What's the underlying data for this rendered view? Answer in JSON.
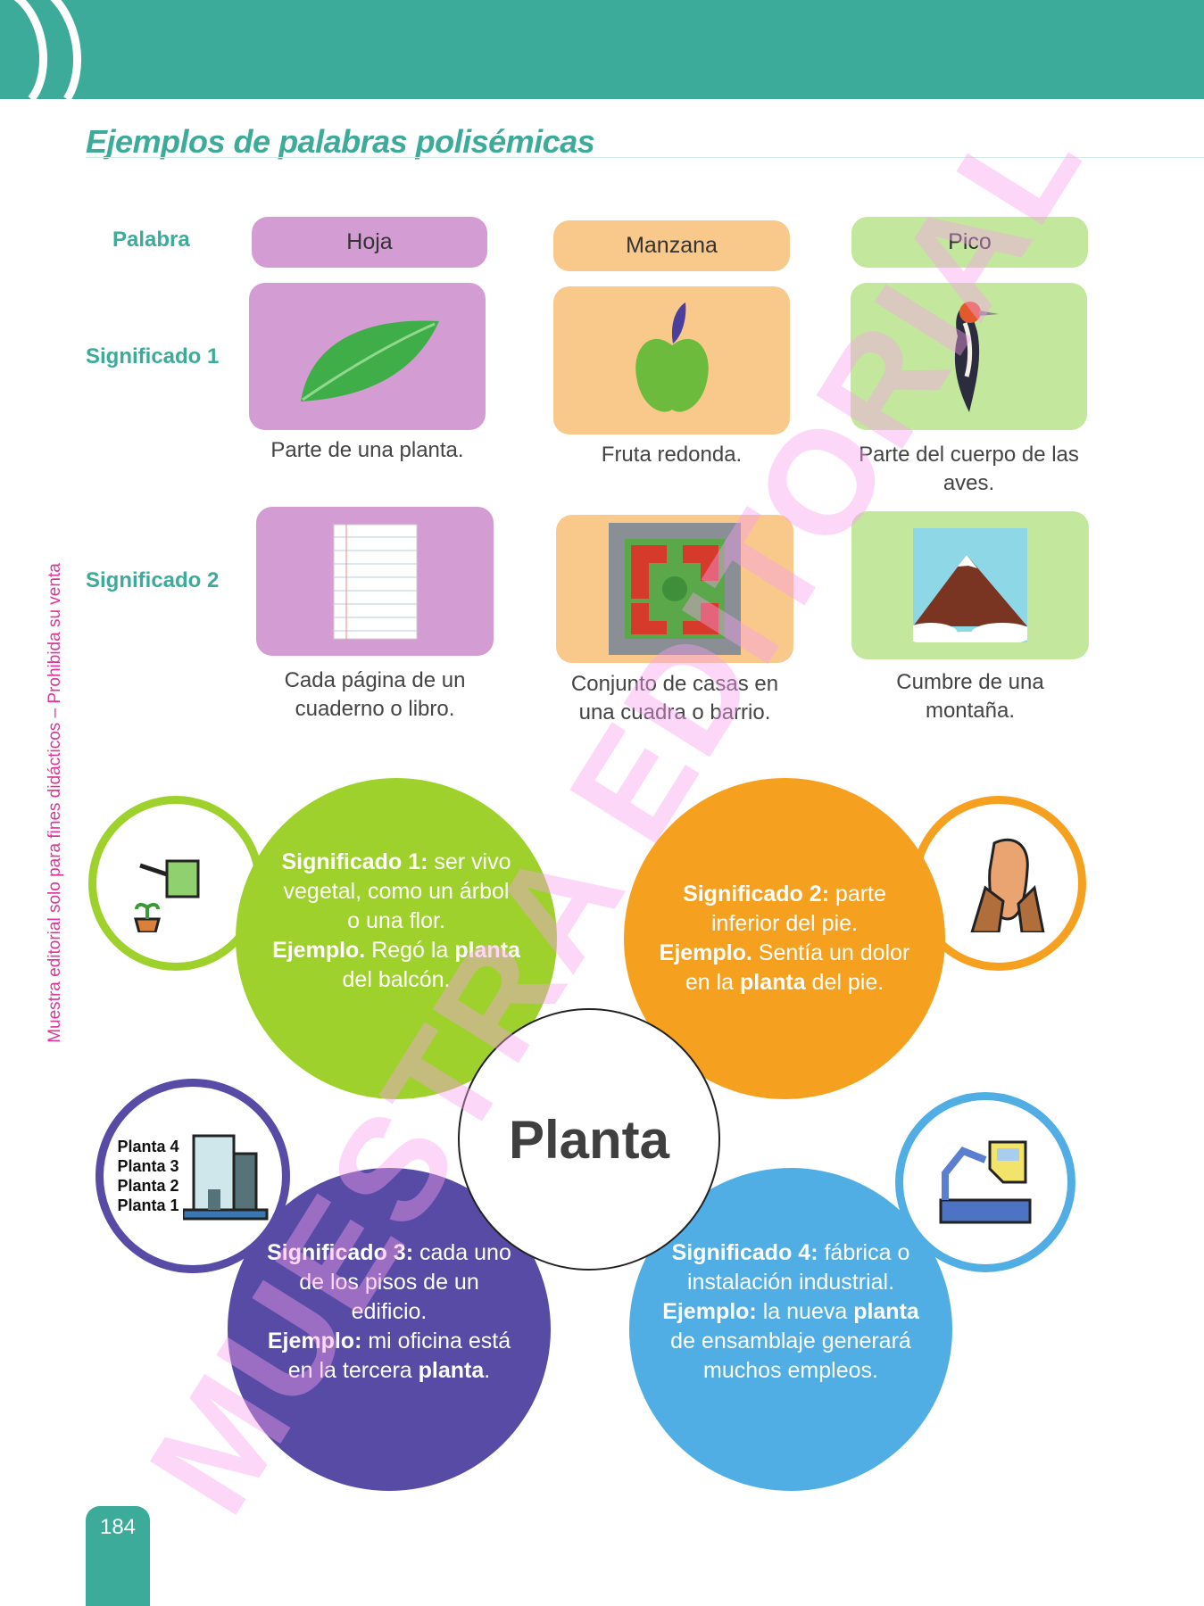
{
  "title": "Ejemplos de palabras polisémicas",
  "row_labels": {
    "word": "Palabra",
    "meaning1": "Significado 1",
    "meaning2": "Significado 2"
  },
  "words": [
    {
      "word": "Hoja",
      "meaning1": "Parte de una planta.",
      "meaning2": [
        "Cada página de un",
        "cuaderno o libro."
      ],
      "icon1": "leaf-icon",
      "icon2": "notebook-page-icon"
    },
    {
      "word": "Manzana",
      "meaning1": "Fruta redonda.",
      "meaning2": [
        "Conjunto de casas en",
        "una cuadra o barrio."
      ],
      "icon1": "apple-icon",
      "icon2": "city-block-icon"
    },
    {
      "word": "Pico",
      "meaning1": [
        "Parte del cuerpo de las",
        "aves."
      ],
      "meaning2": [
        "Cumbre de una",
        "montaña."
      ],
      "icon1": "woodpecker-icon",
      "icon2": "mountain-peak-icon"
    }
  ],
  "center_word": "Planta",
  "meanings": [
    {
      "color": "#9ed12b",
      "lines": [
        [
          {
            "t": "Significado 1:",
            "b": 1
          },
          {
            "t": " ser vivo"
          }
        ],
        [
          {
            "t": "vegetal, como un árbol"
          }
        ],
        [
          {
            "t": "o una flor."
          }
        ],
        [
          {
            "t": "Ejemplo.",
            "b": 1
          },
          {
            "t": " Regó la "
          },
          {
            "t": "planta",
            "b": 1
          }
        ],
        [
          {
            "t": "del balcón."
          }
        ]
      ]
    },
    {
      "color": "#f5a11f",
      "lines": [
        [
          {
            "t": "Significado 2:",
            "b": 1
          },
          {
            "t": " parte"
          }
        ],
        [
          {
            "t": "inferior del pie."
          }
        ],
        [
          {
            "t": "Ejemplo.",
            "b": 1
          },
          {
            "t": " Sentía un dolor"
          }
        ],
        [
          {
            "t": "en la "
          },
          {
            "t": "planta",
            "b": 1
          },
          {
            "t": " del pie."
          }
        ]
      ]
    },
    {
      "color": "#584ba6",
      "lines": [
        [
          {
            "t": "Significado 3:",
            "b": 1
          },
          {
            "t": " cada uno"
          }
        ],
        [
          {
            "t": "de los pisos de un"
          }
        ],
        [
          {
            "t": "edificio."
          }
        ],
        [
          {
            "t": "Ejemplo:",
            "b": 1
          },
          {
            "t": " mi oficina está"
          }
        ],
        [
          {
            "t": "en la tercera "
          },
          {
            "t": "planta",
            "b": 1
          },
          {
            "t": "."
          }
        ]
      ]
    },
    {
      "color": "#50aee4",
      "lines": [
        [
          {
            "t": "Significado 4:",
            "b": 1
          },
          {
            "t": " fábrica o"
          }
        ],
        [
          {
            "t": "instalación industrial."
          }
        ],
        [
          {
            "t": "Ejemplo:",
            "b": 1
          },
          {
            "t": " la nueva "
          },
          {
            "t": "planta",
            "b": 1
          }
        ],
        [
          {
            "t": "de ensamblaje generará"
          }
        ],
        [
          {
            "t": "muchos empleos."
          }
        ]
      ]
    }
  ],
  "building_floors": [
    "Planta 4",
    "Planta 3",
    "Planta 2",
    "Planta 1"
  ],
  "page_number": "184",
  "side_watermark": "Muestra editorial solo para fines didácticos – Prohibida su venta",
  "diagonal_watermark": "MUESTRA EDITORIAL",
  "colors": {
    "teal": "#3dab9a",
    "purple": "#d39cd3",
    "orange": "#f9c98c",
    "green": "#c3e79c"
  }
}
